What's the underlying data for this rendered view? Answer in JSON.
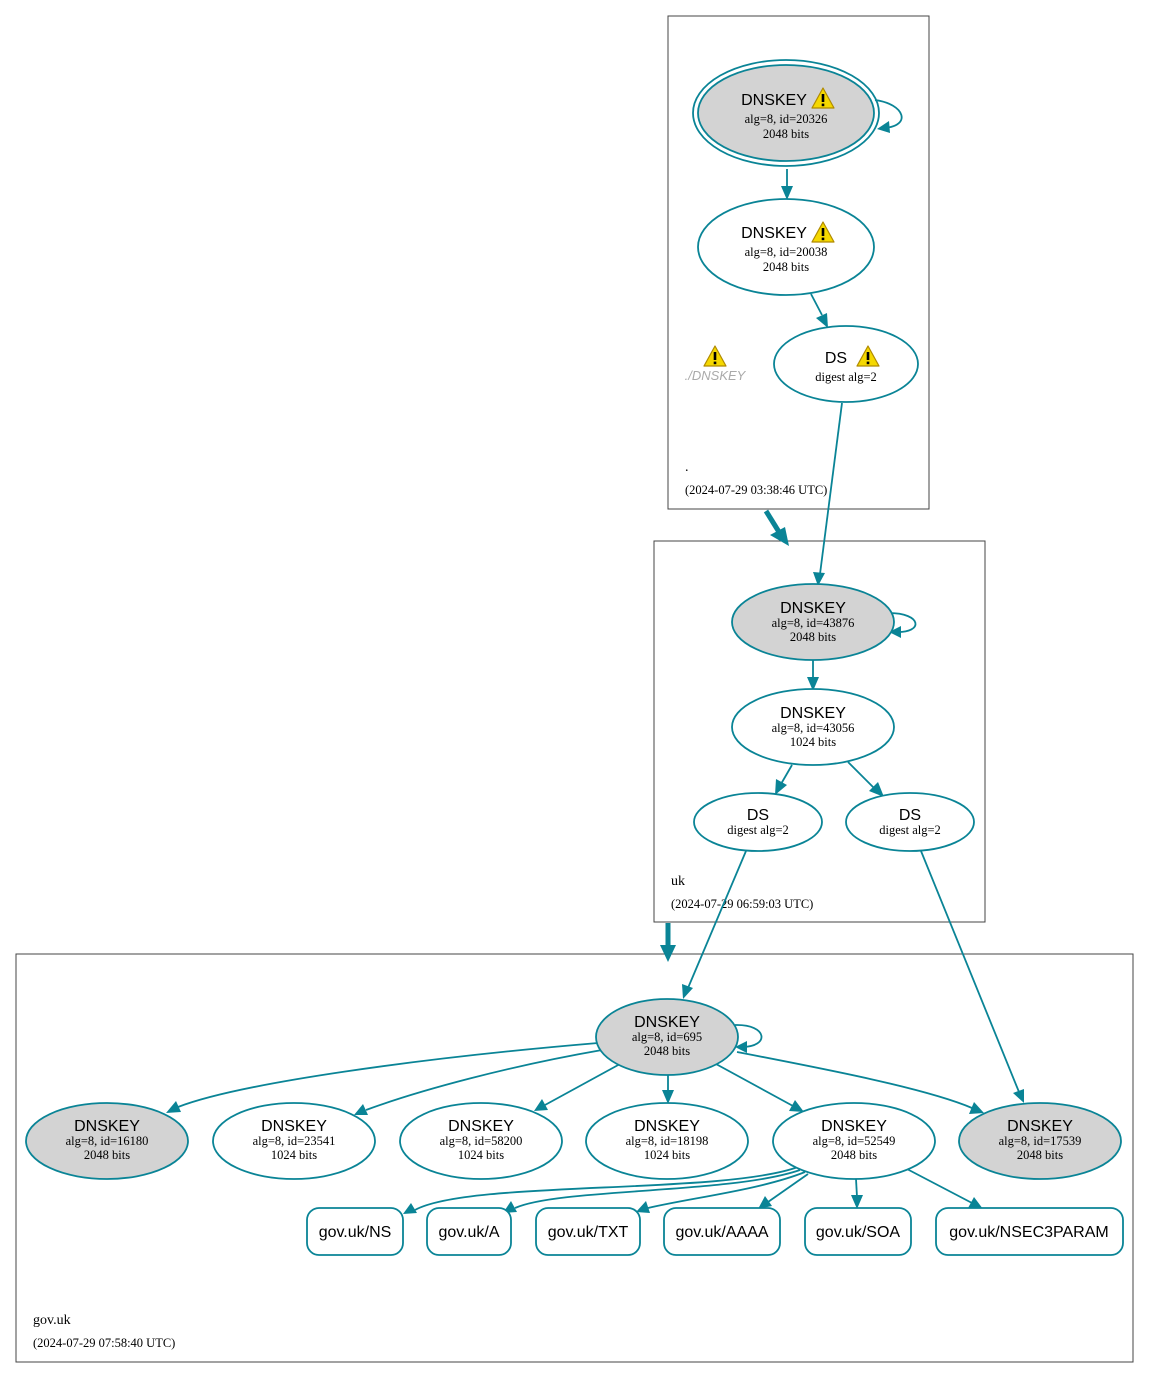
{
  "colors": {
    "edge": "#0a8496",
    "sep_fill": "#d3d3d3",
    "key_fill": "#ffffff",
    "warning_fill": "#f5d800",
    "zone_border": "#444444"
  },
  "zones": {
    "root": {
      "name": ".",
      "date": "(2024-07-29 03:38:46 UTC)"
    },
    "uk": {
      "name": "uk",
      "date": "(2024-07-29 06:59:03 UTC)"
    },
    "gov_uk": {
      "name": "gov.uk",
      "date": "(2024-07-29 07:58:40 UTC)"
    }
  },
  "nodes": {
    "root_ksk": {
      "title": "DNSKEY",
      "l1": "alg=8, id=20326",
      "l2": "2048 bits",
      "warning_icon": "warning-icon"
    },
    "root_zsk": {
      "title": "DNSKEY",
      "l1": "alg=8, id=20038",
      "l2": "2048 bits",
      "warning_icon": "warning-icon"
    },
    "root_ds": {
      "title": "DS",
      "l1": "digest alg=2",
      "warning_icon": "warning-icon"
    },
    "root_ghost": {
      "label": "./DNSKEY",
      "warning_icon": "warning-icon"
    },
    "uk_ksk": {
      "title": "DNSKEY",
      "l1": "alg=8, id=43876",
      "l2": "2048 bits"
    },
    "uk_zsk": {
      "title": "DNSKEY",
      "l1": "alg=8, id=43056",
      "l2": "1024 bits"
    },
    "uk_ds1": {
      "title": "DS",
      "l1": "digest alg=2"
    },
    "uk_ds2": {
      "title": "DS",
      "l1": "digest alg=2"
    },
    "gov_ksk": {
      "title": "DNSKEY",
      "l1": "alg=8, id=695",
      "l2": "2048 bits"
    },
    "gov_k16180": {
      "title": "DNSKEY",
      "l1": "alg=8, id=16180",
      "l2": "2048 bits"
    },
    "gov_k23541": {
      "title": "DNSKEY",
      "l1": "alg=8, id=23541",
      "l2": "1024 bits"
    },
    "gov_k58200": {
      "title": "DNSKEY",
      "l1": "alg=8, id=58200",
      "l2": "1024 bits"
    },
    "gov_k18198": {
      "title": "DNSKEY",
      "l1": "alg=8, id=18198",
      "l2": "1024 bits"
    },
    "gov_k52549": {
      "title": "DNSKEY",
      "l1": "alg=8, id=52549",
      "l2": "2048 bits"
    },
    "gov_k17539": {
      "title": "DNSKEY",
      "l1": "alg=8, id=17539",
      "l2": "2048 bits"
    }
  },
  "rrsets": {
    "ns": "gov.uk/NS",
    "a": "gov.uk/A",
    "txt": "gov.uk/TXT",
    "aaaa": "gov.uk/AAAA",
    "soa": "gov.uk/SOA",
    "nsec3param": "gov.uk/NSEC3PARAM"
  }
}
